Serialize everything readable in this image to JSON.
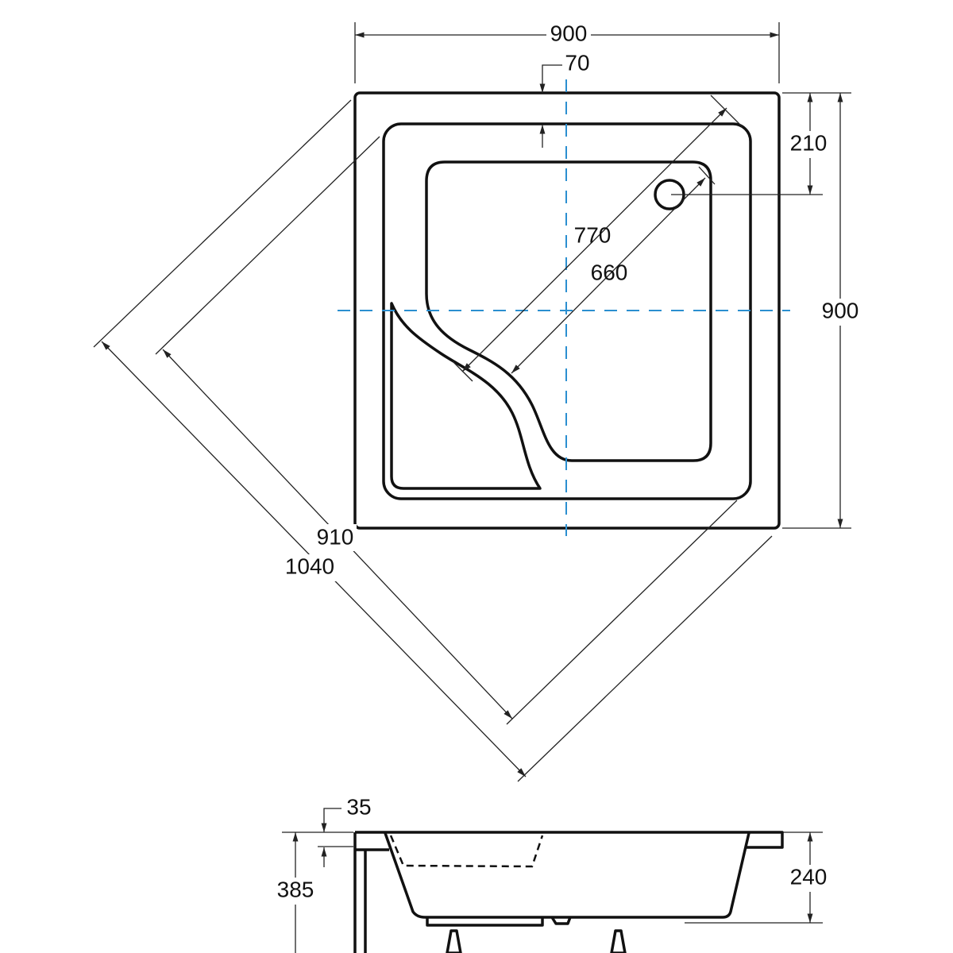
{
  "title": "Square shower tray technical drawing",
  "colors": {
    "line": "#111111",
    "centerline": "#2b8fd0"
  },
  "plan": {
    "width": "900",
    "depth": "900",
    "rim": "70",
    "drain_offset": "210",
    "diag_outer": "770",
    "diag_inner": "660",
    "diag_910": "910",
    "diag_1040": "1040"
  },
  "section": {
    "rim_thickness": "35",
    "total_height": "385",
    "depth": "240"
  }
}
